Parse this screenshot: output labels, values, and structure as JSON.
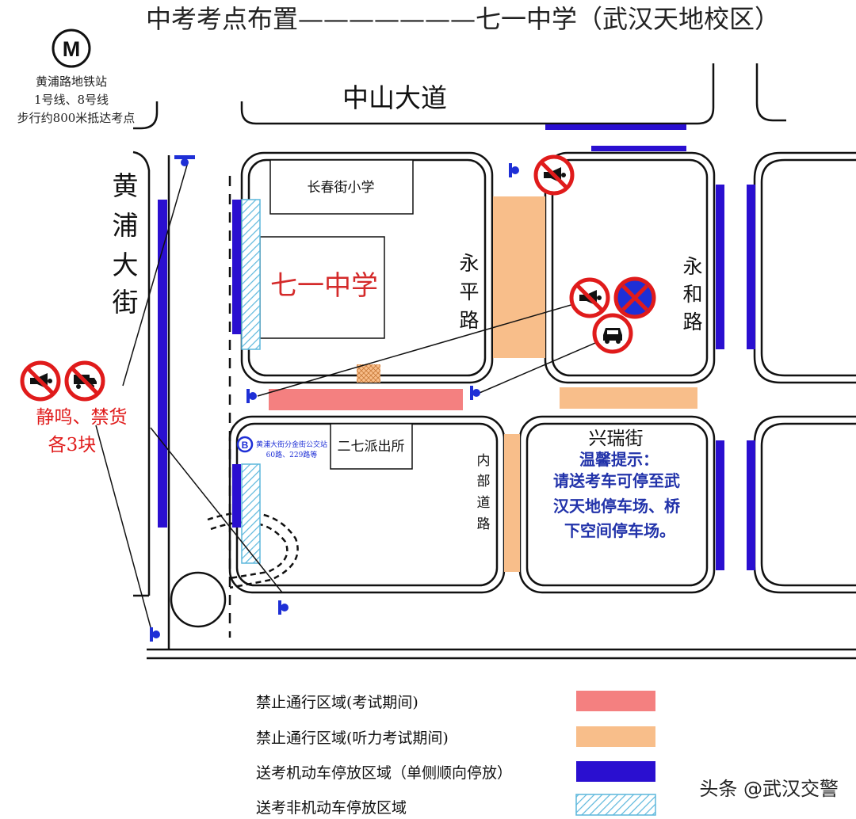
{
  "title": "中考考点布置———————七一中学（武汉天地校区）",
  "metro": {
    "icon": "metro-icon",
    "symbol": "M",
    "line1": "黄浦路地铁站",
    "line2": "1号线、8号线",
    "line3": "步行约800米抵达考点"
  },
  "roads": {
    "zhongshan": "中山大道",
    "huangpu": [
      "黄",
      "浦",
      "大",
      "街"
    ],
    "yongping": [
      "永",
      "平",
      "路"
    ],
    "yonghe": [
      "永",
      "和",
      "路"
    ],
    "xingrui": "兴瑞街",
    "inner": [
      "内",
      "部",
      "道",
      "路"
    ]
  },
  "buildings": {
    "changchun": "长春街小学",
    "school": "七一中学",
    "police": "二七派出所"
  },
  "bus": {
    "symbol": "B",
    "name": "黄浦大街分金街公交站",
    "lines": "60路、229路等"
  },
  "sign_note": {
    "line1": "静鸣、禁货",
    "line2": "各3块"
  },
  "tip": {
    "title": "温馨提示：",
    "lines": [
      "请送考车可停至武",
      "汉天地停车场、桥",
      "下空间停车场。"
    ]
  },
  "legend": [
    {
      "label": "禁止通行区域(考试期间)",
      "color": "#f48080"
    },
    {
      "label": "禁止通行区域(听力考试期间)",
      "color": "#f8be8a"
    },
    {
      "label": "送考机动车停放区域（单侧顺向停放）",
      "color": "#2a0fd0"
    },
    {
      "label": "送考非机动车停放区域",
      "color": "#6fc3e6"
    }
  ],
  "watermark": "头条 @武汉交警",
  "colors": {
    "no_pass": "#f48080",
    "no_pass_listening": "#f8be8a",
    "car_parking": "#2a0fd0",
    "bike_parking": "#5cb7dc",
    "school_text": "#d42a2a",
    "tip_text": "#2233aa",
    "sign_red": "#e01b1b"
  }
}
